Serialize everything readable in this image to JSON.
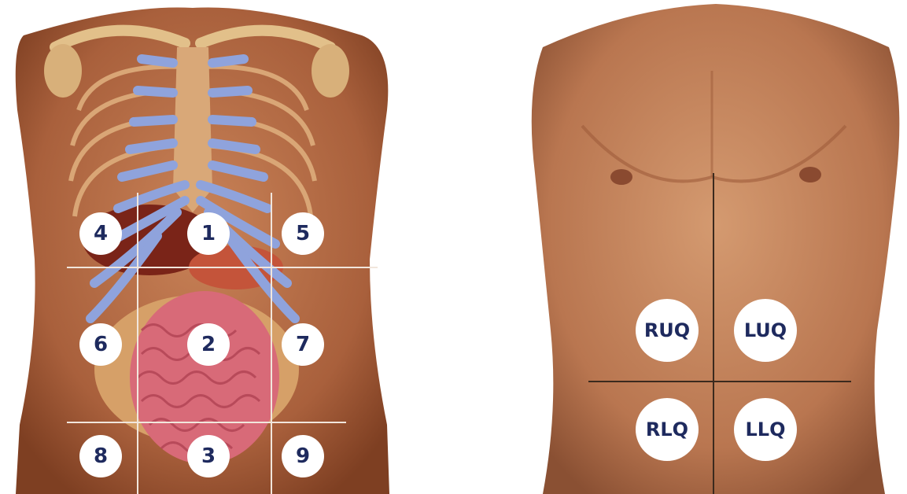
{
  "anatomical_panel": {
    "regions": [
      {
        "number": "1"
      },
      {
        "number": "2"
      },
      {
        "number": "3"
      },
      {
        "number": "4"
      },
      {
        "number": "5"
      },
      {
        "number": "6"
      },
      {
        "number": "7"
      },
      {
        "number": "8"
      },
      {
        "number": "9"
      }
    ]
  },
  "torso_panel": {
    "quadrants": [
      {
        "label": "RUQ"
      },
      {
        "label": "LUQ"
      },
      {
        "label": "RLQ"
      },
      {
        "label": "LLQ"
      }
    ]
  },
  "colors": {
    "skin": "#b8724a",
    "skin_light": "#c98a62",
    "rib_blue": "#8fa3dc",
    "bone": "#d9b07a",
    "intestine": "#d86a78",
    "label_text": "#1e2a5e",
    "grid_line_left": "#f1e6dc",
    "grid_line_right": "#3b2a1e"
  }
}
